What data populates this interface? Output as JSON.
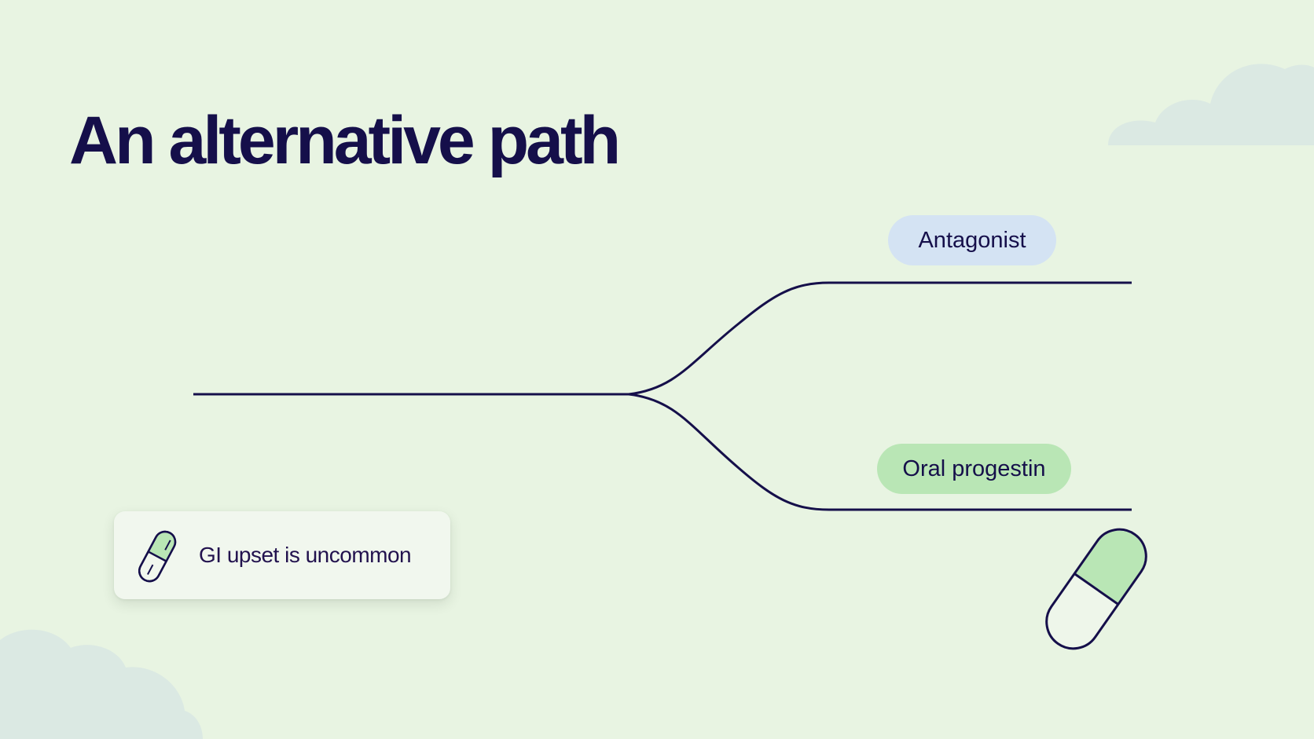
{
  "title": "An alternative path",
  "branches": {
    "top_label": "Antagonist",
    "bottom_label": "Oral progestin"
  },
  "note": {
    "text": "GI upset is uncommon",
    "icon": "capsule-icon"
  },
  "decoration": {
    "large_pill_icon": "capsule-icon",
    "clouds": [
      "cloud-icon",
      "cloud-icon"
    ]
  },
  "colors": {
    "background": "#e8f4e2",
    "ink": "#150f4a",
    "top_label_bg": "#d4e3f3",
    "bottom_label_bg": "#b9e6b5",
    "pill_fill": "#b9e6b5",
    "cloud": "#dbe9e3"
  }
}
